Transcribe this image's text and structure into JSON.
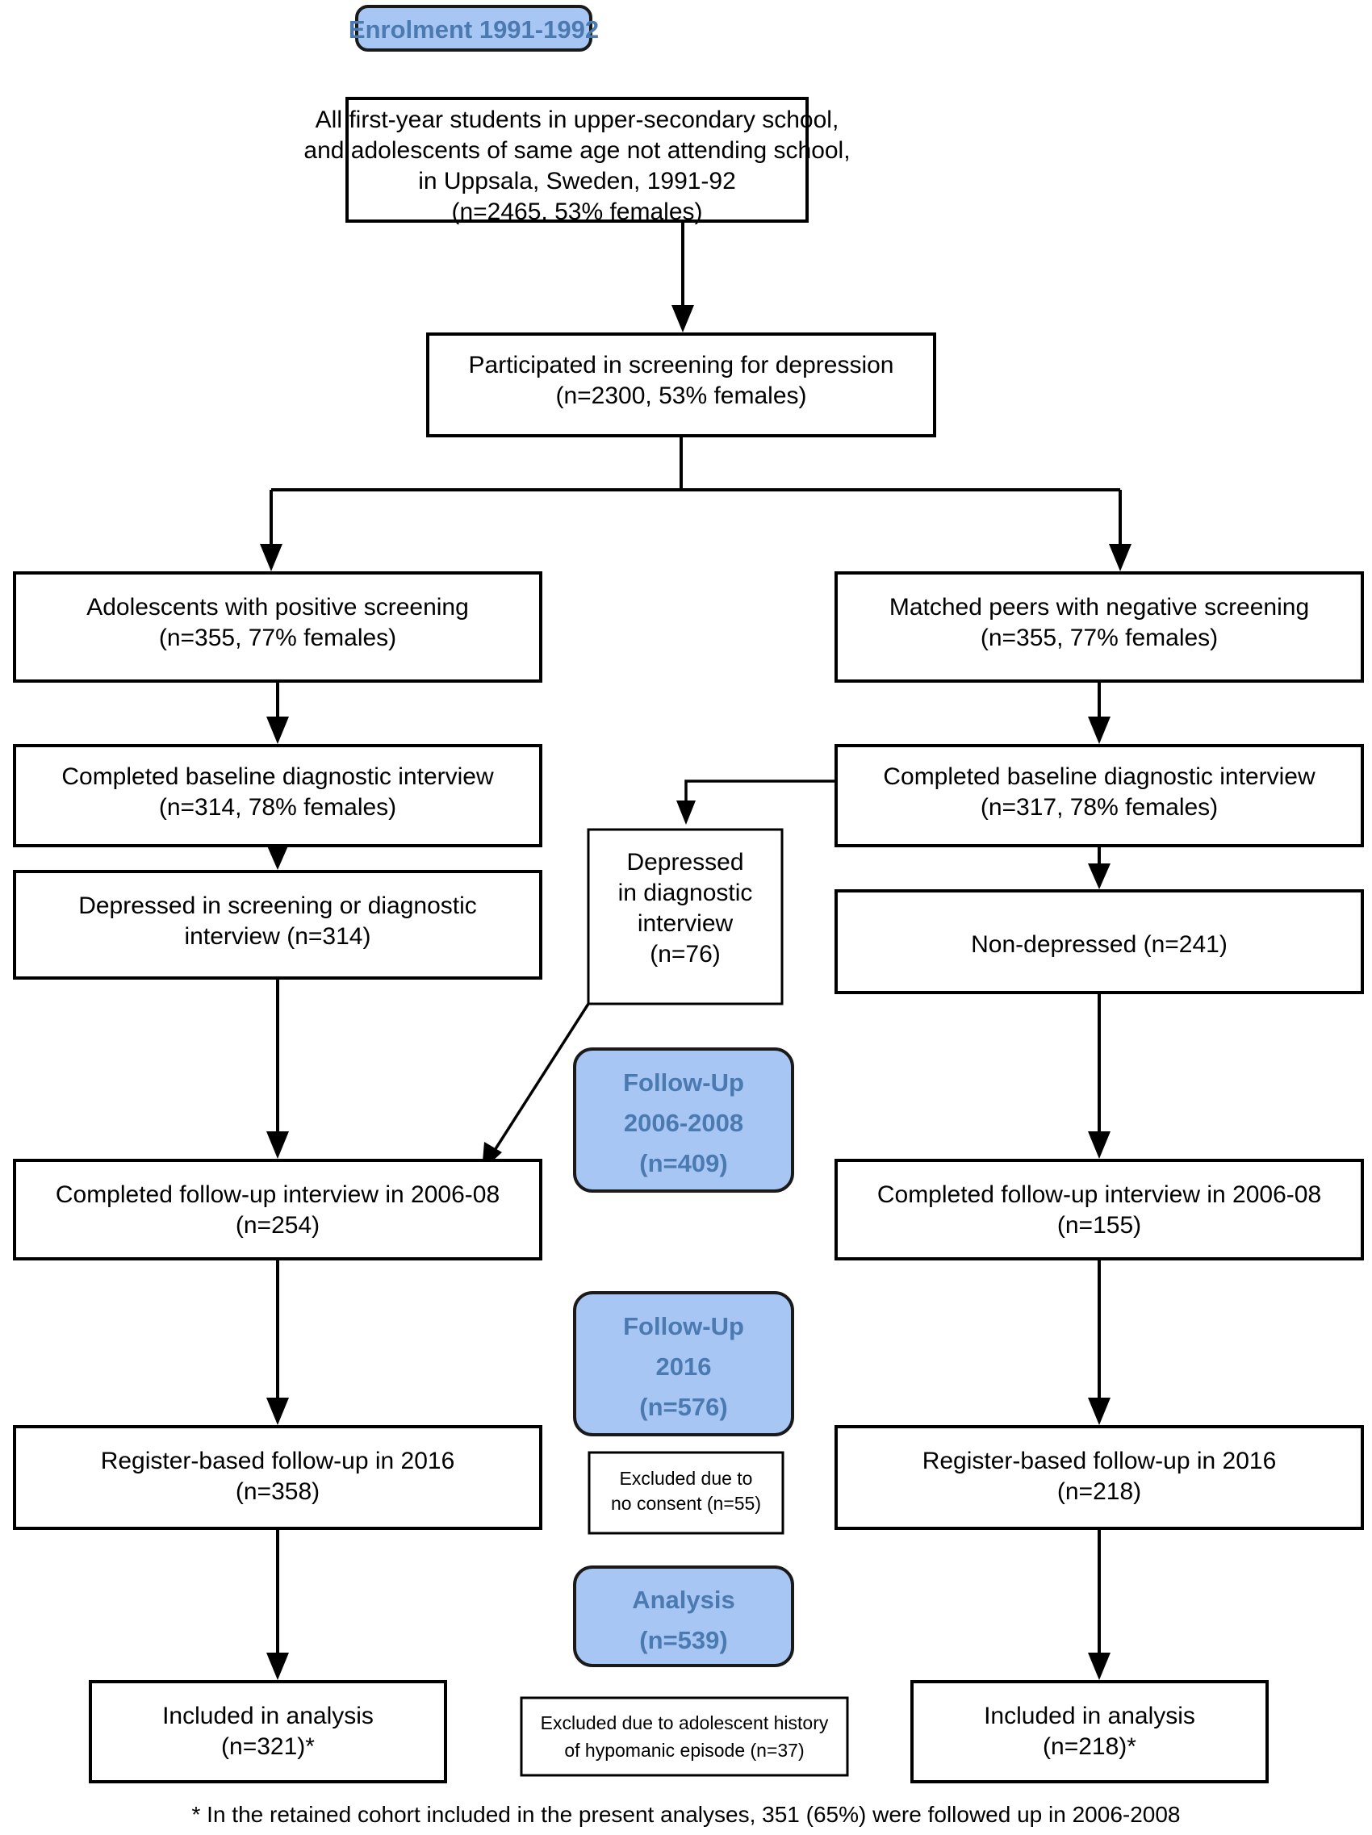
{
  "diagram": {
    "title": "Study flow diagram",
    "colors": {
      "stage_fill": "#a7c6f4",
      "stage_text": "#4a7ab0",
      "box_fill": "#ffffff",
      "box_stroke": "#000000"
    },
    "stages": {
      "enrolment": {
        "line1": "Enrolment 1991-1992"
      },
      "followup_2006": {
        "line1": "Follow-Up",
        "line2": "2006-2008",
        "line3": "(n=409)"
      },
      "followup_2016": {
        "line1": "Follow-Up",
        "line2": "2016",
        "line3": "(n=576)"
      },
      "analysis": {
        "line1": "Analysis",
        "line2": "(n=539)"
      }
    },
    "boxes": {
      "source_population": {
        "line1": "All first-year students in upper-secondary school,",
        "line2": "and adolescents of same age not attending school,",
        "line3": "in Uppsala, Sweden, 1991-92",
        "line4": "(n=2465, 53% females)"
      },
      "screening": {
        "line1": "Participated in screening for depression",
        "line2": "(n=2300, 53% females)"
      },
      "positive_screening": {
        "line1": "Adolescents with positive screening",
        "line2": "(n=355, 77% females)"
      },
      "negative_screening": {
        "line1": "Matched peers with negative screening",
        "line2": "(n=355, 77% females)"
      },
      "baseline_interview_left": {
        "line1": "Completed baseline diagnostic interview",
        "line2": "(n=314, 78% females)"
      },
      "baseline_interview_right": {
        "line1": "Completed baseline diagnostic interview",
        "line2": "(n=317, 78% females)"
      },
      "depressed_screening_or_interview": {
        "line1": "Depressed in screening or diagnostic",
        "line2": "interview (n=314)"
      },
      "depressed_diagnostic_interview": {
        "line1": "Depressed",
        "line2": "in diagnostic",
        "line3": "interview",
        "line4": "(n=76)"
      },
      "non_depressed": {
        "line1": "Non-depressed (n=241)"
      },
      "followup_interview_left": {
        "line1": "Completed follow-up interview in 2006-08",
        "line2": "(n=254)"
      },
      "followup_interview_right": {
        "line1": "Completed follow-up interview in 2006-08",
        "line2": "(n=155)"
      },
      "register_followup_left": {
        "line1": "Register-based follow-up in 2016",
        "line2": "(n=358)"
      },
      "register_followup_right": {
        "line1": "Register-based follow-up in 2016",
        "line2": "(n=218)"
      },
      "included_left": {
        "line1": "Included in analysis",
        "line2": "(n=321)*"
      },
      "included_right": {
        "line1": "Included in analysis",
        "line2": "(n=218)*"
      },
      "excluded_no_consent": {
        "line1": "Excluded due to",
        "line2": "no consent (n=55)"
      },
      "excluded_hypomanic": {
        "line1": "Excluded due to adolescent history",
        "line2": "of hypomanic episode (n=37)"
      }
    },
    "footnote": {
      "text": "* In the retained cohort included in the present analyses, 351 (65%) were followed up in 2006-2008"
    }
  }
}
